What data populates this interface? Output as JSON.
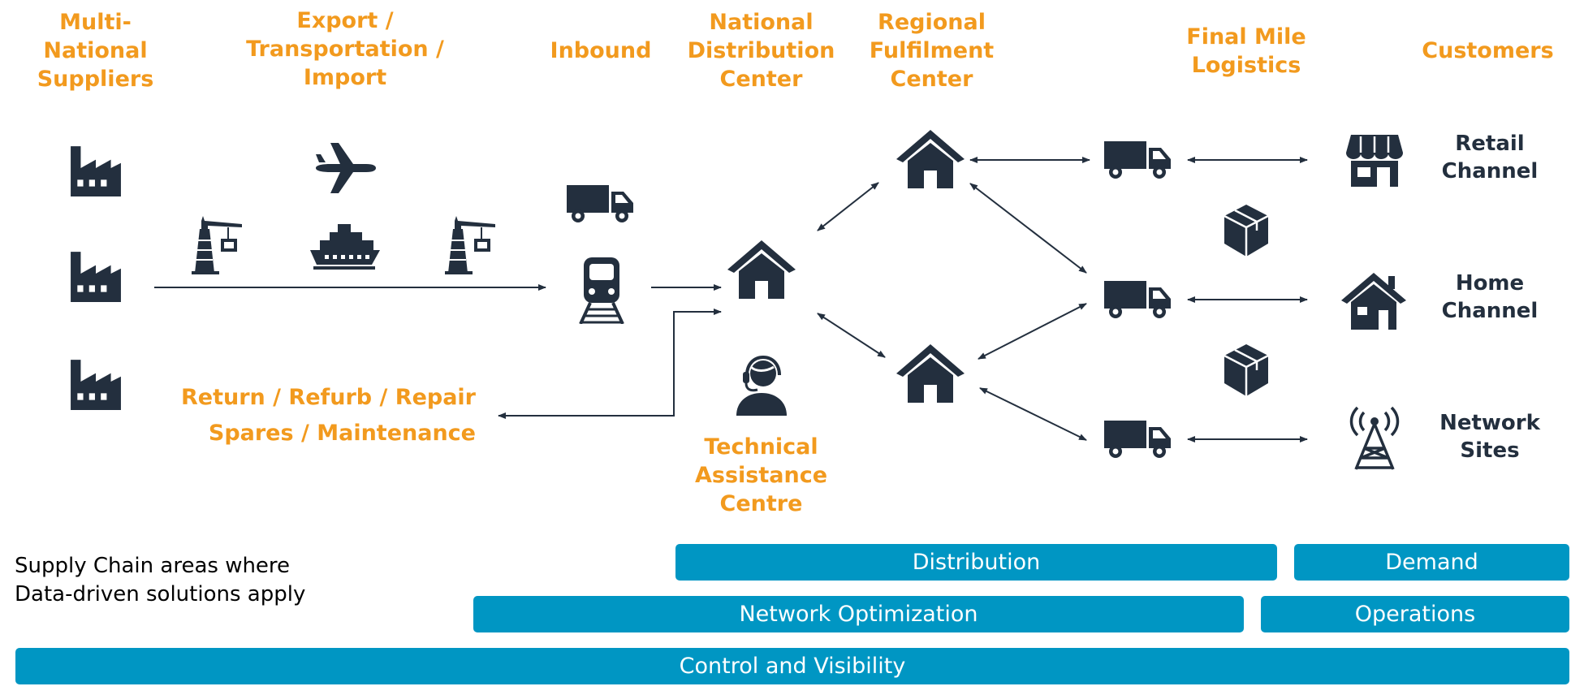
{
  "headers": {
    "suppliers": "Multi-\nNational\nSuppliers",
    "export": "Export /\nTransportation /\nImport",
    "inbound": "Inbound",
    "ndc": "National\nDistribution\nCenter",
    "rfc": "Regional\nFulfilment\nCenter",
    "final_mile": "Final Mile\nLogistics",
    "customers": "Customers"
  },
  "customers": {
    "retail": "Retail\nChannel",
    "home": "Home\nChannel",
    "network": "Network\nSites"
  },
  "returns": {
    "line1": "Return / Refurb / Repair",
    "line2": "Spares / Maintenance"
  },
  "technical": "Technical\nAssistance\nCentre",
  "note": "Supply Chain areas where\nData-driven solutions apply",
  "bars": {
    "distribution": "Distribution",
    "demand": "Demand",
    "network_optimization": "Network Optimization",
    "operations": "Operations",
    "control": "Control and Visibility"
  },
  "colors": {
    "accent_orange": "#f29a1e",
    "icon_navy": "#232f3e",
    "bar_blue": "#0096c3"
  },
  "icons": [
    "factory-icon",
    "airplane-icon",
    "ship-icon",
    "crane-icon",
    "truck-icon",
    "train-icon",
    "warehouse-icon",
    "headset-agent-icon",
    "package-icon",
    "store-icon",
    "home-icon",
    "cell-tower-icon"
  ]
}
